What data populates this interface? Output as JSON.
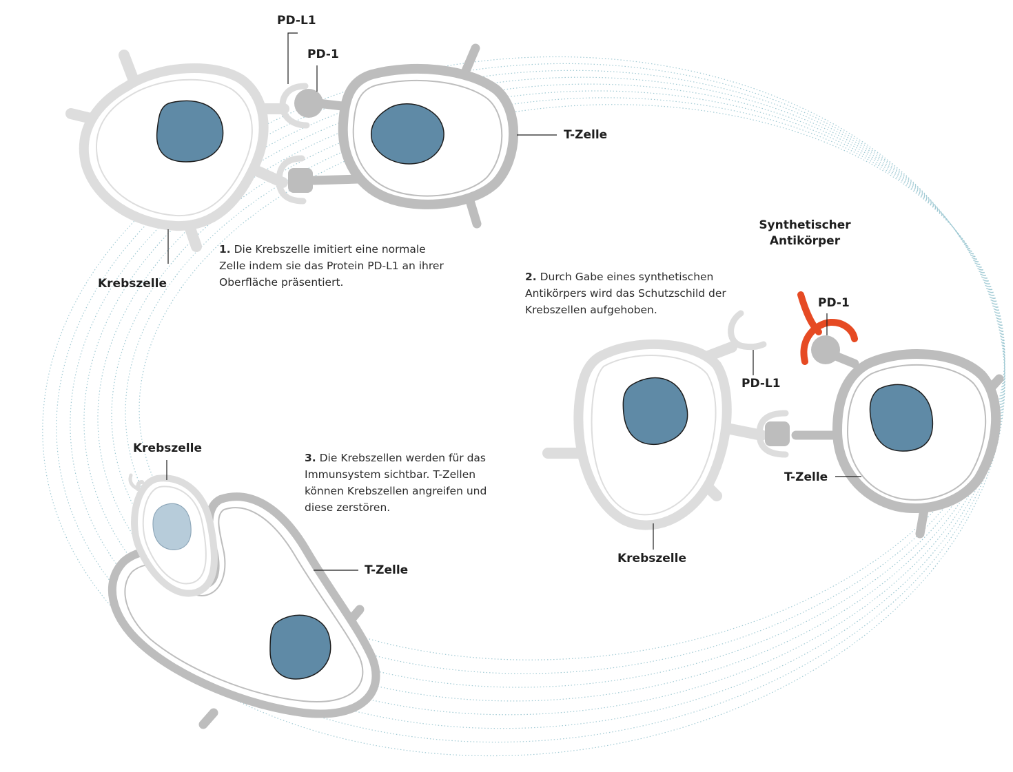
{
  "labels": {
    "pdl1_top": "PD-L1",
    "pd1_top": "PD-1",
    "tzelle_1": "T-Zelle",
    "krebszelle_1": "Krebszelle",
    "antibody": "Synthetischer Antikörper",
    "pd1_right": "PD-1",
    "pdl1_right": "PD-L1",
    "tzelle_2": "T-Zelle",
    "krebszelle_2": "Krebszelle",
    "krebszelle_3": "Krebszelle",
    "tzelle_3": "T-Zelle"
  },
  "steps": [
    {
      "num": "1.",
      "text": "Die Krebszelle imitiert eine normale Zelle indem sie das Protein PD-L1 an ihrer Oberfläche präsentiert."
    },
    {
      "num": "2.",
      "text": "Durch Gabe eines synthetischen Antikörpers wird das Schutzschild der Krebszellen aufgehoben."
    },
    {
      "num": "3.",
      "text": "Die Krebszellen werden für das Immunsystem sichtbar. T-Zellen können Krebszellen angreifen und diese zerstören."
    }
  ],
  "colors": {
    "nucleus": "#5f8aa6",
    "nucleus_faded": "#b7ccda",
    "cancer_cell": "#dddddd",
    "t_cell": "#bdbdbd",
    "antibody": "#e64a23",
    "orbit": "#8fc0cc"
  }
}
